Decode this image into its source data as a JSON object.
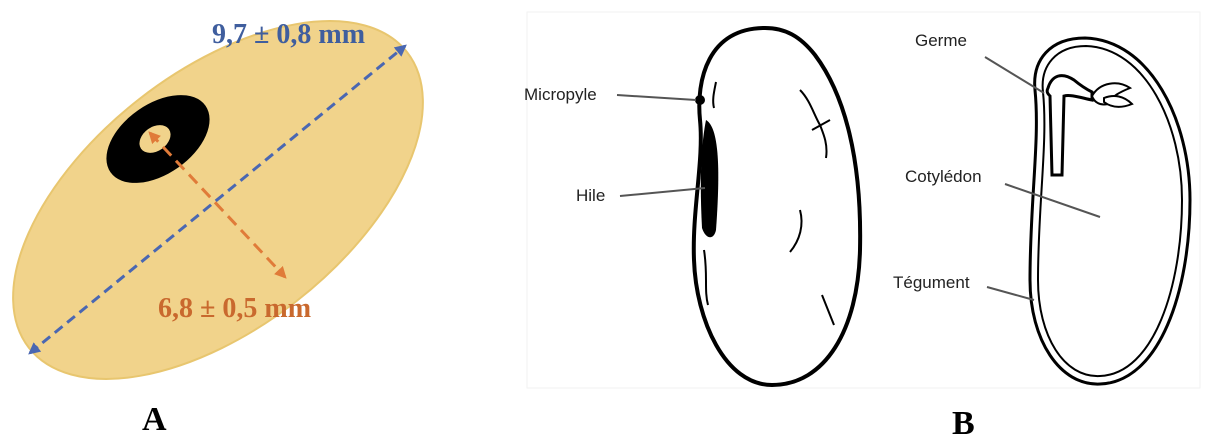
{
  "panel_a": {
    "label": "A",
    "length_measure": "9,7 ± 0,8 mm",
    "width_measure": "6,8 ± 0,5 mm",
    "colors": {
      "seed_fill": "#f1d38b",
      "hilum_fill": "#000000",
      "length_arrow": "#4a67b2",
      "width_arrow": "#e07b39",
      "length_text": "#3f5e9e",
      "width_text": "#c9692e"
    }
  },
  "panel_b": {
    "label": "B",
    "external_view": {
      "micropyle": "Micropyle",
      "hilum": "Hile"
    },
    "section_view": {
      "germ": "Germe",
      "cotyledon": "Cotylédon",
      "tegument": "Tégument"
    }
  }
}
